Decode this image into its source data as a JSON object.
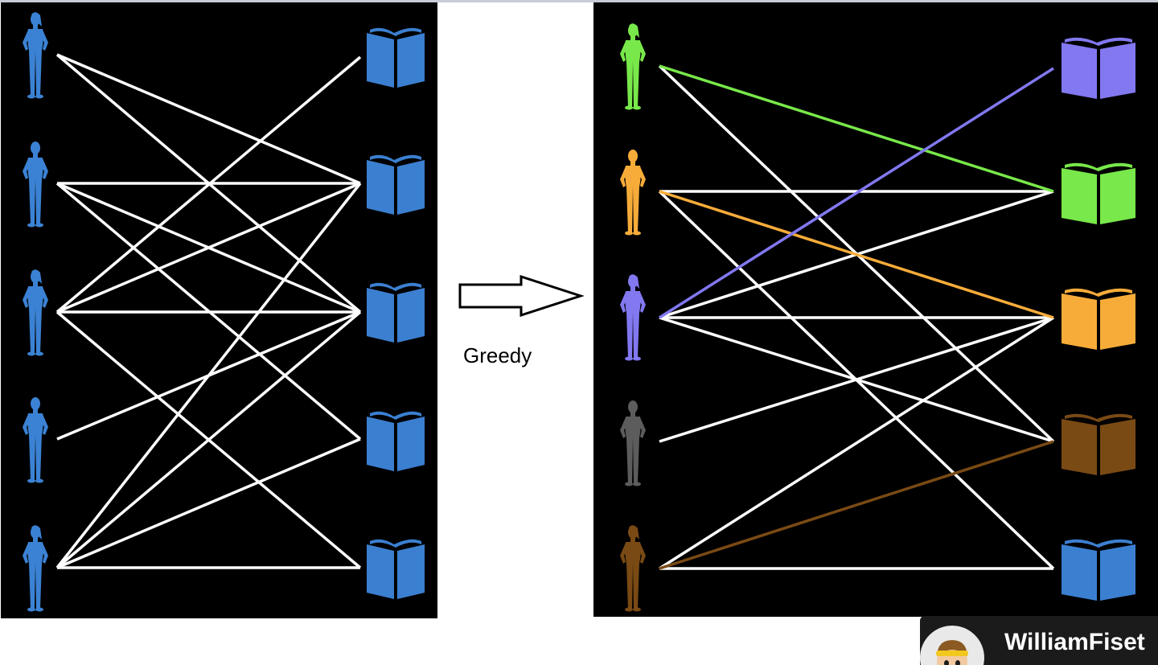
{
  "left_graph": {
    "people_colors": [
      "#3b82d4",
      "#3b82d4",
      "#3b82d4",
      "#3b82d4",
      "#3b82d4"
    ],
    "people_genders": [
      "female",
      "male",
      "female",
      "male",
      "female"
    ],
    "book_colors": [
      "#3b7fd0",
      "#3b7fd0",
      "#3b7fd0",
      "#3b7fd0",
      "#3b7fd0"
    ],
    "edges": [
      [
        0,
        1
      ],
      [
        0,
        2
      ],
      [
        1,
        1
      ],
      [
        1,
        2
      ],
      [
        1,
        3
      ],
      [
        2,
        0
      ],
      [
        2,
        1
      ],
      [
        2,
        2
      ],
      [
        2,
        4
      ],
      [
        3,
        2
      ],
      [
        4,
        1
      ],
      [
        4,
        2
      ],
      [
        4,
        3
      ],
      [
        4,
        4
      ]
    ],
    "edge_color": "#ffffff"
  },
  "arrow": {
    "label": "Greedy"
  },
  "right_graph": {
    "people_colors": [
      "#78e84a",
      "#f7ac3a",
      "#8278f0",
      "#5c5c5c",
      "#7a4a14"
    ],
    "people_genders": [
      "female",
      "male",
      "female",
      "male",
      "female"
    ],
    "book_colors": [
      "#8278f0",
      "#78e84a",
      "#f7ac3a",
      "#7a4a14",
      "#3b7fd0"
    ],
    "edges": [
      {
        "person": 0,
        "book": 1,
        "matched": true
      },
      {
        "person": 0,
        "book": 3,
        "matched": false
      },
      {
        "person": 1,
        "book": 1,
        "matched": false
      },
      {
        "person": 1,
        "book": 2,
        "matched": true
      },
      {
        "person": 1,
        "book": 4,
        "matched": false
      },
      {
        "person": 2,
        "book": 0,
        "matched": true
      },
      {
        "person": 2,
        "book": 1,
        "matched": false
      },
      {
        "person": 2,
        "book": 2,
        "matched": false
      },
      {
        "person": 2,
        "book": 3,
        "matched": false
      },
      {
        "person": 3,
        "book": 2,
        "matched": false
      },
      {
        "person": 4,
        "book": 2,
        "matched": false
      },
      {
        "person": 4,
        "book": 3,
        "matched": true
      },
      {
        "person": 4,
        "book": 4,
        "matched": false
      }
    ],
    "edge_color": "#ffffff"
  },
  "channel": {
    "name": "WilliamFiset"
  }
}
